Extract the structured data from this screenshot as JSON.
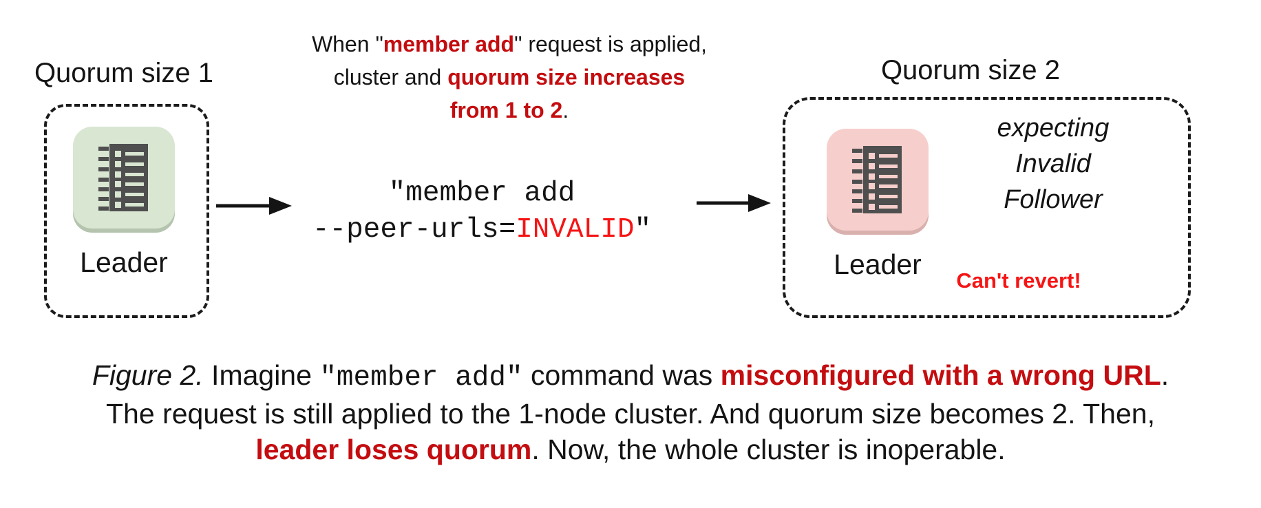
{
  "colors": {
    "emphasis_red": "#c40d10",
    "alert_red": "#f61414",
    "text_black": "#141414",
    "glyph_gray": "#4f4f4f",
    "node_green": "#d9e6d2",
    "node_green_shadow": "#b4c4ae",
    "node_pink": "#f6cfcc",
    "node_pink_shadow": "#d8b0ad"
  },
  "figure": {
    "left_cluster": {
      "title": "Quorum size 1",
      "node_label": "Leader",
      "node_color": "#d9e6d2",
      "node_shadow": "#b4c4ae"
    },
    "annotation": {
      "lines": [
        [
          {
            "t": "When \""
          },
          {
            "t": "member add",
            "s": "em"
          },
          {
            "t": "\" request is applied,"
          }
        ],
        [
          {
            "t": "cluster and "
          },
          {
            "t": "quorum size increases",
            "s": "em"
          }
        ],
        [
          {
            "t": "from 1 to 2",
            "s": "em"
          },
          {
            "t": "."
          }
        ]
      ]
    },
    "command": {
      "lines": [
        [
          {
            "t": "\"member add",
            "s": "code"
          }
        ],
        [
          {
            "t": "--peer-urls=",
            "s": "code"
          },
          {
            "t": "INVALID",
            "s": "code-red"
          },
          {
            "t": "\"",
            "s": "code"
          }
        ]
      ]
    },
    "right_cluster": {
      "title": "Quorum size 2",
      "node_label": "Leader",
      "node_color": "#f6cfcc",
      "node_shadow": "#d8b0ad",
      "expecting_lines": [
        "expecting",
        "Invalid",
        "Follower"
      ],
      "alert": "Can't revert!"
    },
    "icons": {
      "node_glyph": "etcd-member-list-icon",
      "arrow": "right-arrow-icon"
    }
  },
  "caption": {
    "lines": [
      [
        {
          "t": "Figure 2.",
          "s": "italic"
        },
        {
          "t": " Imagine "
        },
        {
          "t": "\"member add\"",
          "s": "code"
        },
        {
          "t": " command was "
        },
        {
          "t": "misconfigured with a wrong URL",
          "s": "em"
        },
        {
          "t": "."
        }
      ],
      [
        {
          "t": "The request is still applied to the 1-node cluster. And quorum size becomes 2. Then,"
        }
      ],
      [
        {
          "t": "leader loses quorum",
          "s": "em"
        },
        {
          "t": ". Now, the whole cluster is inoperable."
        }
      ]
    ]
  }
}
